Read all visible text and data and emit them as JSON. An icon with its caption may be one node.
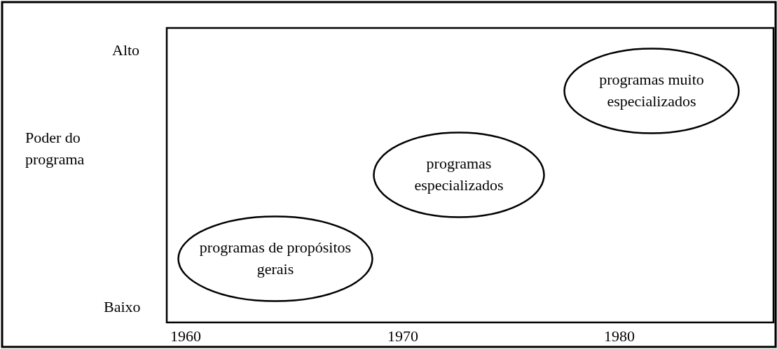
{
  "diagram": {
    "nodes": [
      {
        "text": [
          "programas de propósitos gerais"
        ]
      },
      {
        "text": [
          "programas especializados"
        ]
      },
      {
        "text": [
          "programas muito especializados"
        ]
      }
    ],
    "labels": [
      "Alto",
      "Poder do programa",
      "Baixo",
      "1960",
      "1970",
      "1980"
    ]
  }
}
